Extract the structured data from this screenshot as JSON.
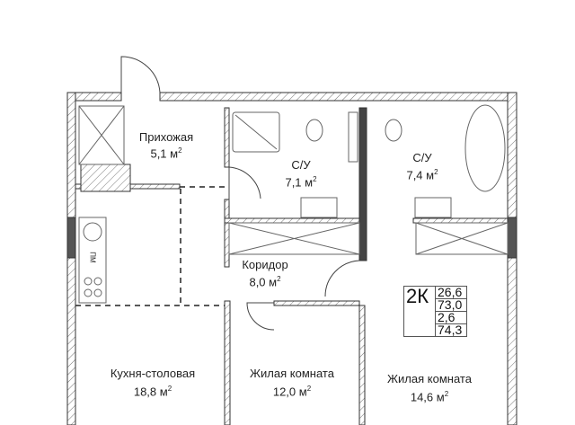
{
  "rooms": [
    {
      "name": "Прихожая",
      "area": "5,1 м",
      "unit_sup": "2"
    },
    {
      "name": "С/У",
      "area": "7,1 м",
      "unit_sup": "2"
    },
    {
      "name": "С/У",
      "area": "7,4 м",
      "unit_sup": "2"
    },
    {
      "name": "Коридор",
      "area": "8,0 м",
      "unit_sup": "2"
    },
    {
      "name": "Кухня-столовая",
      "area": "18,8 м",
      "unit_sup": "2"
    },
    {
      "name": "Жилая комната",
      "area": "12,0 м",
      "unit_sup": "2"
    },
    {
      "name": "Жилая комната",
      "area": "14,6 м",
      "unit_sup": "2"
    }
  ],
  "kitchen_appliance_label": "ПМ",
  "summary": {
    "type": "2К",
    "values": [
      "26,6",
      "73,0",
      "2,6",
      "74,3"
    ]
  }
}
